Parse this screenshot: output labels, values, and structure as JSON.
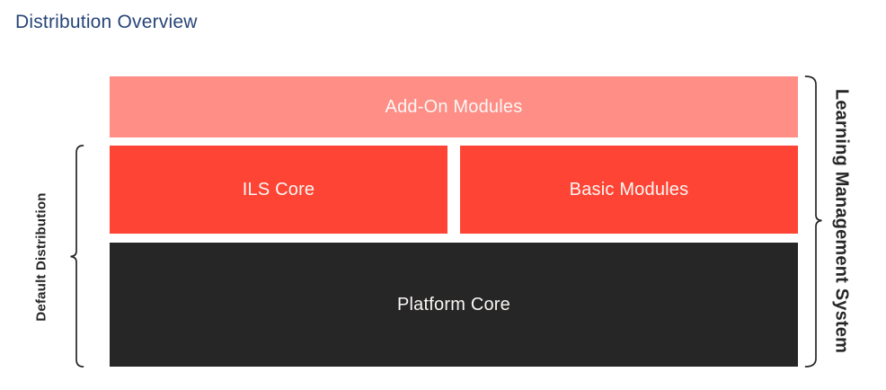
{
  "page_title": "Distribution Overview",
  "colors": {
    "title_text": "#274578",
    "addon_fill": "#fe8e86",
    "core_fill": "#fe4434",
    "platform_fill": "#262626",
    "block_text": "#faf7f5",
    "bracket": "#262626",
    "side_label_text": "#262626"
  },
  "blocks": {
    "addon": {
      "label": "Add-On Modules"
    },
    "ils_core": {
      "label": "ILS Core"
    },
    "basic_modules": {
      "label": "Basic Modules"
    },
    "platform_core": {
      "label": "Platform Core"
    }
  },
  "group_labels": {
    "left": "Default Distribution",
    "right": "Learning Management System"
  }
}
